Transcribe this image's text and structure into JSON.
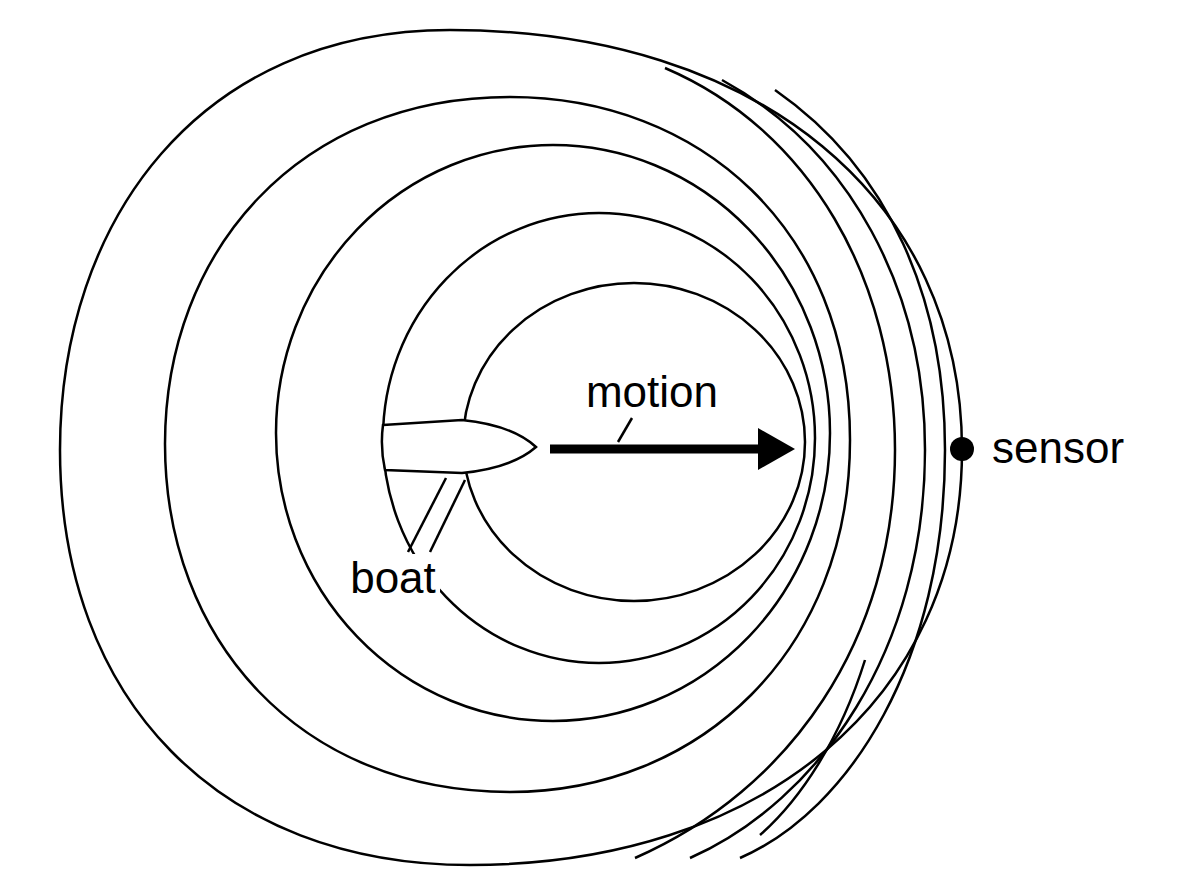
{
  "diagram": {
    "labels": [
      "motion",
      "boat",
      "sensor"
    ]
  }
}
